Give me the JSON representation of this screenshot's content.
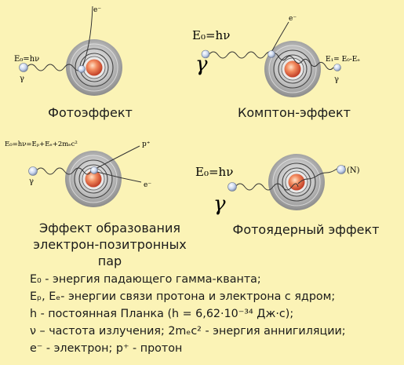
{
  "panels": {
    "photo": {
      "caption": "Фотоэффект",
      "energy_label": "E₀=hν",
      "gamma": "γ",
      "electron": "e⁻"
    },
    "compton": {
      "caption": "Комптон-эффект",
      "energy_label": "E₀=hν",
      "gamma": "γ",
      "electron": "e⁻",
      "scattered_label": "E₁= E₀-Eₑ",
      "scattered_gamma": "γ"
    },
    "pair": {
      "caption_lines": [
        "Эффект образования",
        "электрон-позитронных",
        "пар"
      ],
      "energy_label": "E₀=hν=Eₚ+Eₑ+2mₑc²",
      "gamma": "γ",
      "positron": "p⁺",
      "electron": "e⁻"
    },
    "nuclear": {
      "caption": "Фотоядерный эффект",
      "energy_label": "E₀=hν",
      "gamma": "γ",
      "nucleon": "(N)"
    }
  },
  "legend": [
    "E₀ - энергия падающего гамма-кванта;",
    "Eₚ, Eₑ- энергии связи протона и электрона с ядром;",
    "h - постоянная Планка (h = 6,62·10⁻³⁴ Дж·с);",
    "ν – частота излучения;  2mₑc² - энергия аннигиляции;",
    "e⁻ - электрон; p⁺ - протон"
  ],
  "colors": {
    "background": "#fbf3b6",
    "atom_outer": "#8a8a8a",
    "nucleus": "#e8684a",
    "particle": "#c9d6ee"
  }
}
